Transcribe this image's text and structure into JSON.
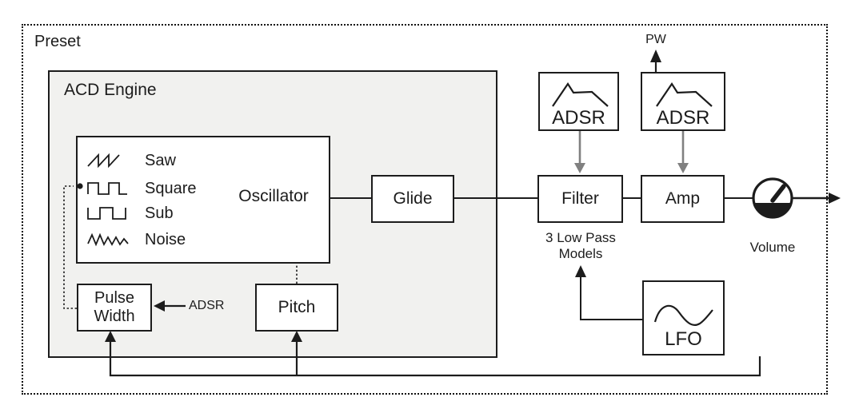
{
  "colors": {
    "ink": "#1c1c1c",
    "panel-fill": "#f1f1ef",
    "box-fill": "#ffffff",
    "muted-arrow": "#808080",
    "bg": "#ffffff"
  },
  "preset": {
    "label": "Preset"
  },
  "acd_engine": {
    "label": "ACD Engine",
    "oscillator": {
      "label": "Oscillator",
      "waveforms": [
        {
          "name": "saw",
          "label": "Saw",
          "selected": false
        },
        {
          "name": "square",
          "label": "Square",
          "selected": true
        },
        {
          "name": "sub",
          "label": "Sub",
          "selected": false
        },
        {
          "name": "noise",
          "label": "Noise",
          "selected": false
        }
      ]
    },
    "glide": {
      "label": "Glide"
    },
    "pulse_width": {
      "line1": "Pulse",
      "line2": "Width"
    },
    "pitch": {
      "label": "Pitch"
    }
  },
  "signal_path": {
    "filter": {
      "label": "Filter",
      "note": [
        "3 Low Pass",
        "Models"
      ]
    },
    "amp": {
      "label": "Amp"
    },
    "volume": {
      "label": "Volume"
    }
  },
  "modulation": {
    "filter_envelope": {
      "label": "ADSR"
    },
    "amp_envelope": {
      "label": "ADSR",
      "pw_output_label": "PW"
    },
    "pulse_width_mod_label": "ADSR",
    "lfo": {
      "label": "LFO"
    }
  }
}
